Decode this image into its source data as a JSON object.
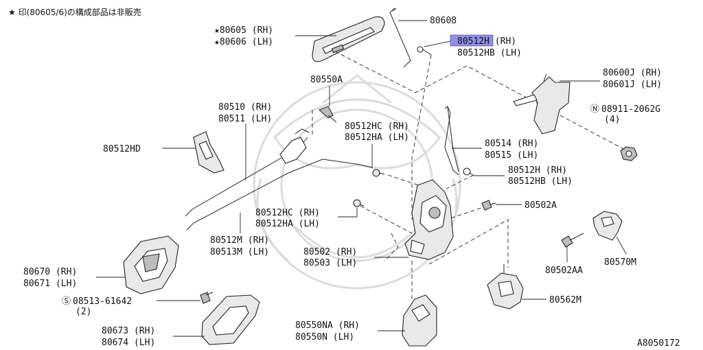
{
  "note": "★ 印(80605/6)の構成部品は非販売",
  "footer_code": "A8050172",
  "highlight_color": "#8f8fe6",
  "labels": {
    "p80608": "80608",
    "p80605": "80605 (RH)",
    "p80606": "80606 (LH)",
    "p80512h_top_hl": "80512",
    "p80512h_top_rest": "H  (RH)",
    "p80512hb_top": "80512HB (LH)",
    "p80600j": "80600J (RH)",
    "p80601j": "80601J (LH)",
    "p08911": "08911-2062G",
    "p08911_qty": "(4)",
    "p80550a": "80550A",
    "p80510": "80510 (RH)",
    "p80511": "80511 (LH)",
    "p80512hd": "80512HD",
    "p80512hc_top": "80512HC (RH)",
    "p80512ha_top": "80512HA (LH)",
    "p80514": "80514 (RH)",
    "p80515": "80515 (LH)",
    "p80512h_mid": "80512H  (RH)",
    "p80512hb_mid": "80512HB (LH)",
    "p80502a": "80502A",
    "p80512hc_bot": "80512HC (RH)",
    "p80512ha_bot": "80512HA (LH)",
    "p80512m": "80512M (RH)",
    "p80513m": "80513M (LH)",
    "p80502": "80502 (RH)",
    "p80503": "80503 (LH)",
    "p80570m": "80570M",
    "p80502aa": "80502AA",
    "p80670": "80670 (RH)",
    "p80671": "80671 (LH)",
    "p08513": "08513-61642",
    "p08513_qty": "(2)",
    "p80562m": "80562M",
    "p80673": "80673 (RH)",
    "p80674": "80674 (LH)",
    "p80550na": "80550NA (RH)",
    "p80550n": "80550N  (LH)"
  }
}
